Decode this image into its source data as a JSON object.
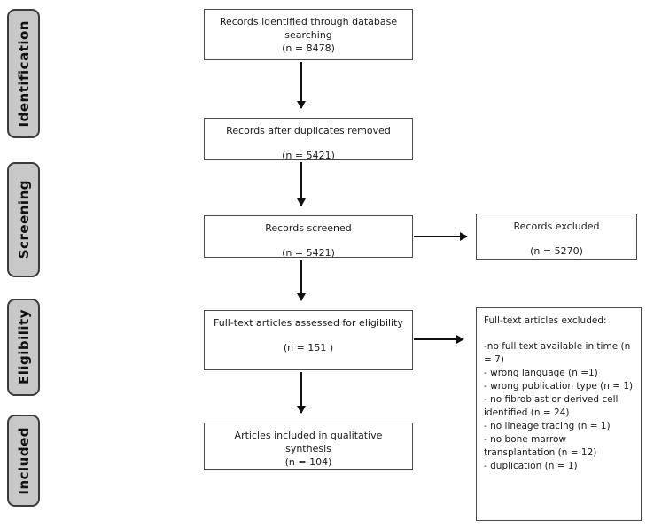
{
  "diagram": {
    "type": "prisma-flow",
    "stages": [
      {
        "label": "Identification"
      },
      {
        "label": "Screening"
      },
      {
        "label": "Eligibility"
      },
      {
        "label": "Included"
      }
    ],
    "boxes": {
      "identified": {
        "title": "Records identified through database searching",
        "count": "(n = 8478)"
      },
      "duplicates_removed": {
        "title": "Records after duplicates removed",
        "count": "(n = 5421)"
      },
      "screened": {
        "title": "Records screened",
        "count": "(n = 5421)"
      },
      "records_excluded": {
        "title": "Records excluded",
        "count": "(n = 5270)"
      },
      "fulltext_assessed": {
        "title": "Full-text articles assessed for eligibility",
        "count": "(n = 151 )"
      },
      "fulltext_excluded": {
        "title": "Full-text articles excluded:",
        "items": [
          "-no full text available in time (n = 7)",
          "- wrong language (n =1)",
          "- wrong publication type (n = 1)",
          "- no fibroblast or derived cell identified (n = 24)",
          "- no lineage tracing (n = 1)",
          "- no bone marrow transplantation (n = 12)",
          "- duplication (n = 1)"
        ]
      },
      "included_qualitative": {
        "title": "Articles included in qualitative synthesis",
        "count": "(n = 104)"
      }
    },
    "colors": {
      "stage_fill": "#c8c8c8",
      "stage_border": "#3b3b3b",
      "box_border": "#4a4a4a",
      "arrow": "#111111",
      "text": "#1a1a1a"
    }
  }
}
